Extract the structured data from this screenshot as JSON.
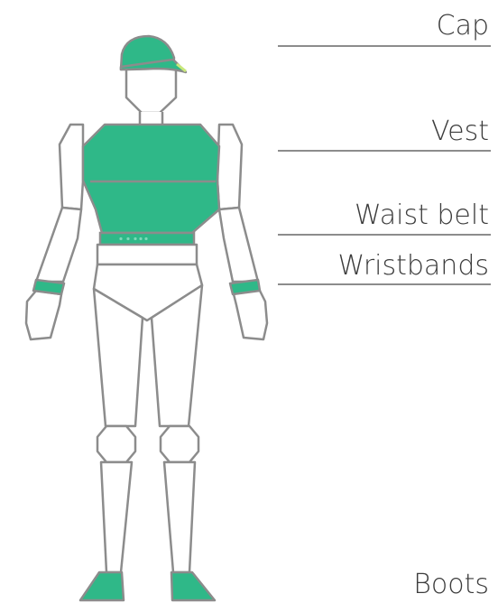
{
  "labels": {
    "cap": "Cap",
    "vest": "Vest",
    "waist_belt": "Waist belt",
    "wristbands": "Wristbands",
    "boots": "Boots"
  },
  "colors": {
    "wearable": "#2fb888",
    "outline": "#8c8c8c",
    "label_text": "#3c3c3c",
    "cap_accent": "#c8e87a"
  }
}
